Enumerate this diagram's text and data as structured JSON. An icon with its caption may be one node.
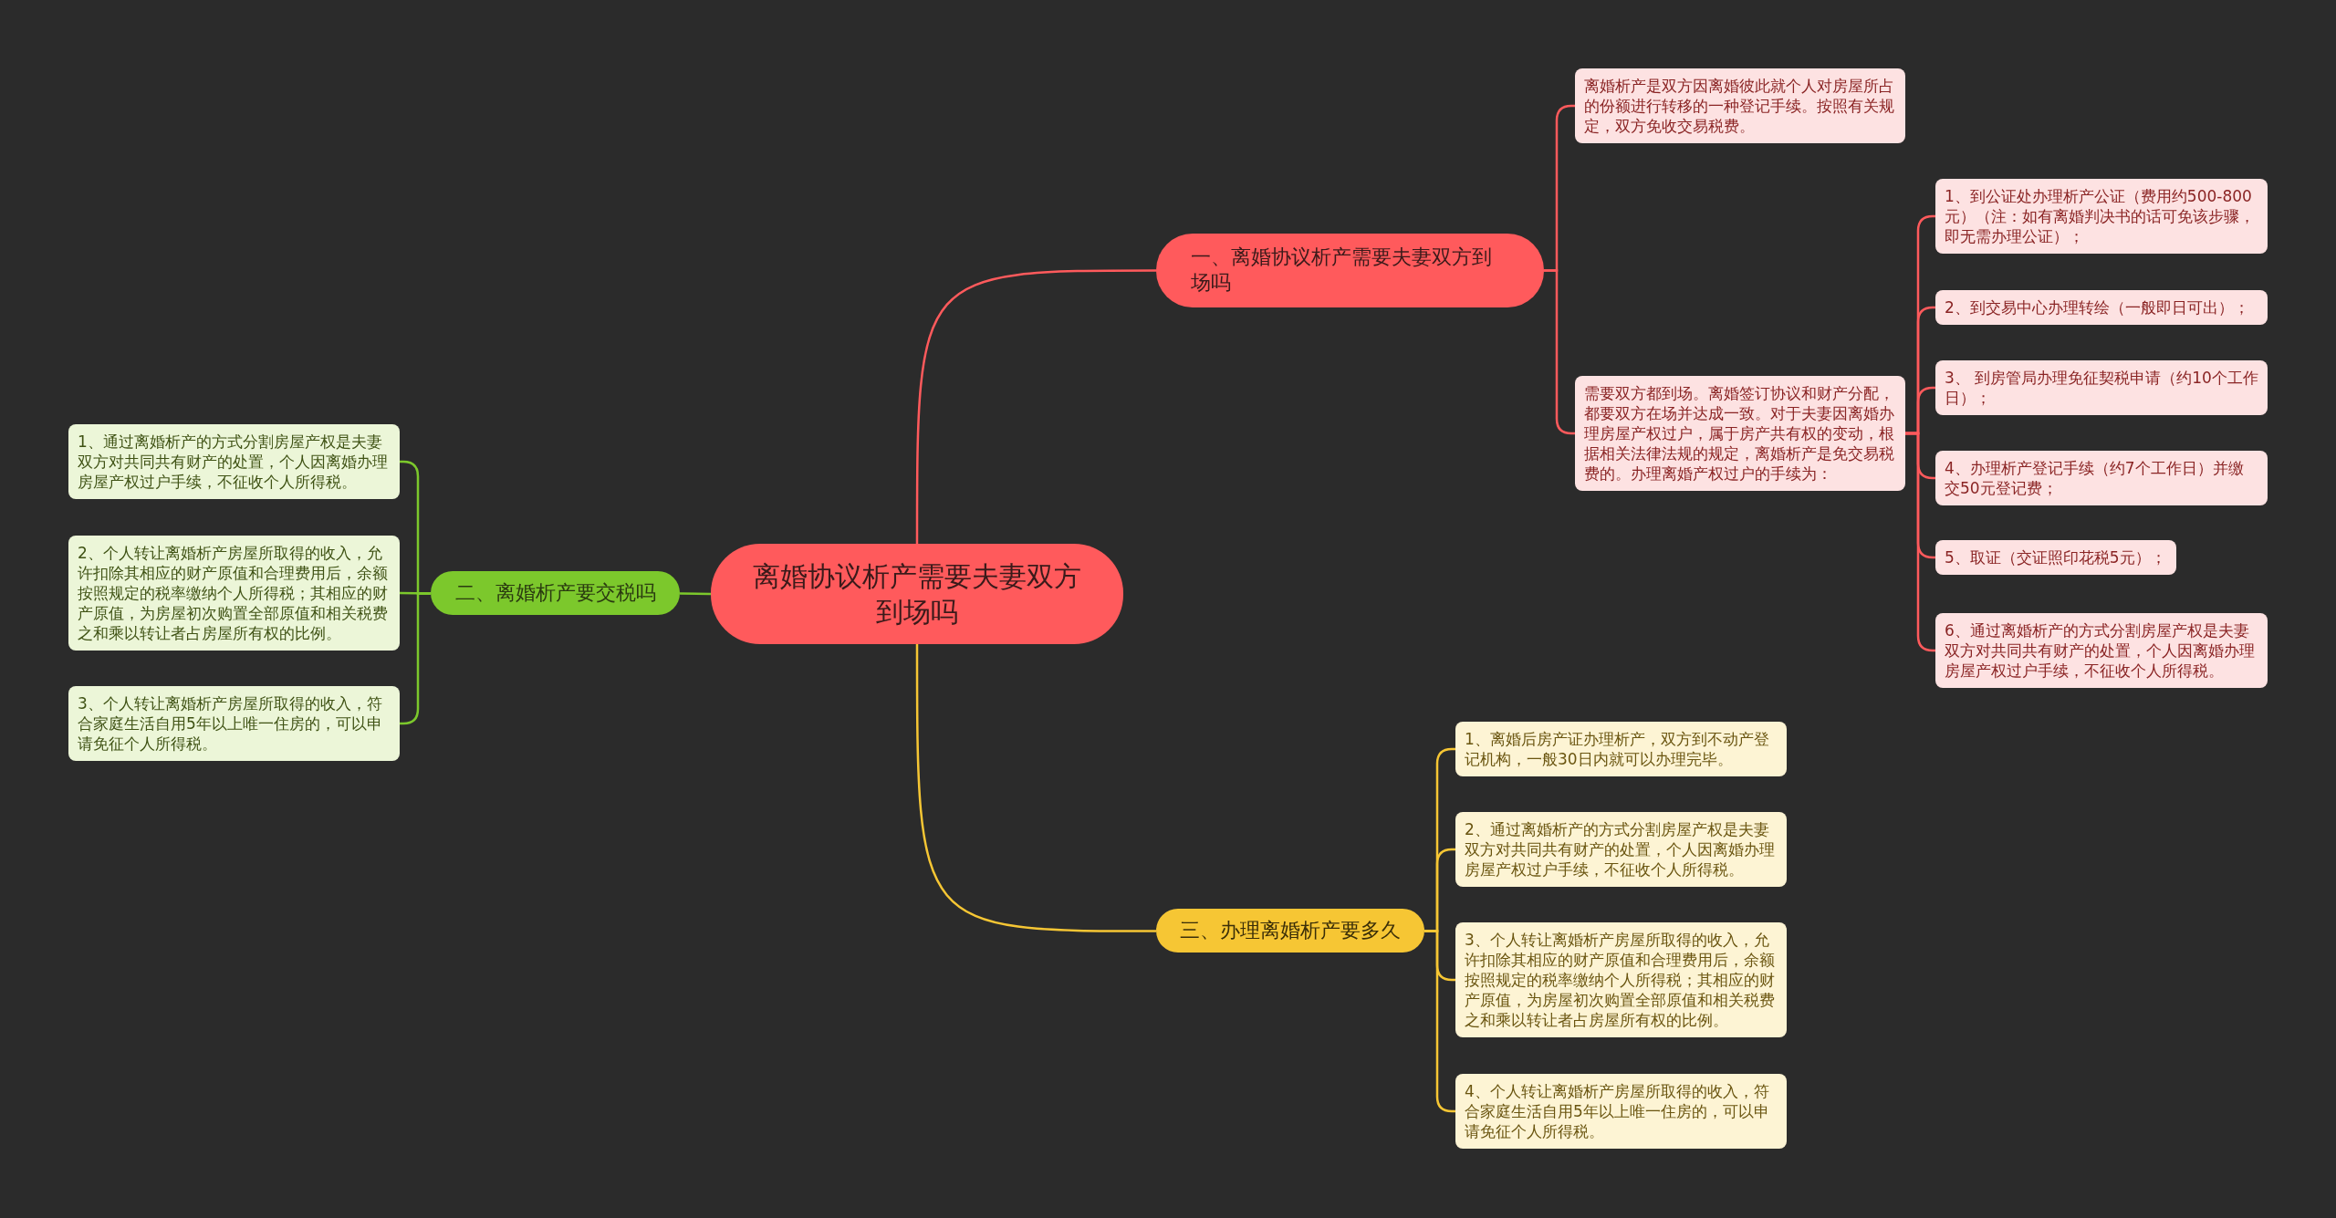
{
  "diagram": {
    "nodes": [
      {
        "text": [
          "离婚协议析产需要夫妻双方到场吗"
        ]
      },
      {
        "text": [
          "一、离婚协议析产需要夫妻双方到场吗"
        ]
      },
      {
        "text": [
          "离婚析产是双方因离婚彼此就个人对房屋所占的份额进行转移的一种登记手续。按照有关规定，双方免收交易税费。"
        ]
      },
      {
        "text": [
          "需要双方都到场。离婚签订协议和财产分配，都要双方在场并达成一致。对于夫妻因离婚办理房屋产权过户，属于房产共有权的变动，根据相关法律法规的规定，离婚析产是免交易税费的。办理离婚产权过户的手续为："
        ]
      },
      {
        "text": [
          "1、到公证处办理析产公证（费用约500-800元）（注：如有离婚判决书的话可免该步骤，即无需办理公证）；"
        ]
      },
      {
        "text": [
          "2、到交易中心办理转绘（一般即日可出）；"
        ]
      },
      {
        "text": [
          "3、 到房管局办理免征契税申请（约10个工作日）；"
        ]
      },
      {
        "text": [
          "4、办理析产登记手续（约7个工作日）并缴交50元登记费；"
        ]
      },
      {
        "text": [
          "5、取证（交证照印花税5元）；"
        ]
      },
      {
        "text": [
          "6、通过离婚析产的方式分割房屋产权是夫妻双方对共同共有财产的处置，个人因离婚办理房屋产权过户手续，不征收个人所得税。"
        ]
      },
      {
        "text": [
          "二、离婚析产要交税吗"
        ]
      },
      {
        "text": [
          "1、通过离婚析产的方式分割房屋产权是夫妻双方对共同共有财产的处置，个人因离婚办理房屋产权过户手续，不征收个人所得税。"
        ]
      },
      {
        "text": [
          "2、个人转让离婚析产房屋所取得的收入，允许扣除其相应的财产原值和合理费用后，余额按照规定的税率缴纳个人所得税；其相应的财产原值，为房屋初次购置全部原值和相关税费之和乘以转让者占房屋所有权的比例。"
        ]
      },
      {
        "text": [
          "3、个人转让离婚析产房屋所取得的收入，符合家庭生活自用5年以上唯一住房的，可以申请免征个人所得税。"
        ]
      },
      {
        "text": [
          "三、办理离婚析产要多久"
        ]
      },
      {
        "text": [
          "1、离婚后房产证办理析产，双方到不动产登记机构，一般30日内就可以办理完毕。"
        ]
      },
      {
        "text": [
          "2、通过离婚析产的方式分割房屋产权是夫妻双方对共同共有财产的处置，个人因离婚办理房屋产权过户手续，不征收个人所得税。"
        ]
      },
      {
        "text": [
          "3、个人转让离婚析产房屋所取得的收入，允许扣除其相应的财产原值和合理费用后，余额按照规定的税率缴纳个人所得税；其相应的财产原值，为房屋初次购置全部原值和相关税费之和乘以转让者占房屋所有权的比例。"
        ]
      },
      {
        "text": [
          "4、个人转让离婚析产房屋所取得的收入，符合家庭生活自用5年以上唯一住房的，可以申请免征个人所得税。"
        ]
      }
    ],
    "edges": [
      {
        "from": 0,
        "to": 1,
        "arrow": "none"
      },
      {
        "from": 1,
        "to": 2,
        "arrow": "none"
      },
      {
        "from": 1,
        "to": 3,
        "arrow": "none"
      },
      {
        "from": 3,
        "to": 4,
        "arrow": "none"
      },
      {
        "from": 3,
        "to": 5,
        "arrow": "none"
      },
      {
        "from": 3,
        "to": 6,
        "arrow": "none"
      },
      {
        "from": 3,
        "to": 7,
        "arrow": "none"
      },
      {
        "from": 3,
        "to": 8,
        "arrow": "none"
      },
      {
        "from": 3,
        "to": 9,
        "arrow": "none"
      },
      {
        "from": 0,
        "to": 10,
        "arrow": "none",
        "color": "#7cc82c"
      },
      {
        "from": 10,
        "to": 11,
        "arrow": "none",
        "color": "#7cc82c"
      },
      {
        "from": 10,
        "to": 12,
        "arrow": "none",
        "color": "#7cc82c"
      },
      {
        "from": 10,
        "to": 13,
        "arrow": "none",
        "color": "#7cc82c"
      },
      {
        "from": 0,
        "to": 14,
        "arrow": "none",
        "color": "#f6c634"
      },
      {
        "from": 14,
        "to": 15,
        "arrow": "none",
        "color": "#f6c634"
      },
      {
        "from": 14,
        "to": 16,
        "arrow": "none",
        "color": "#f6c634"
      },
      {
        "from": 14,
        "to": 17,
        "arrow": "none",
        "color": "#f6c634"
      },
      {
        "from": 14,
        "to": 18,
        "arrow": "none",
        "color": "#f6c634"
      }
    ]
  }
}
